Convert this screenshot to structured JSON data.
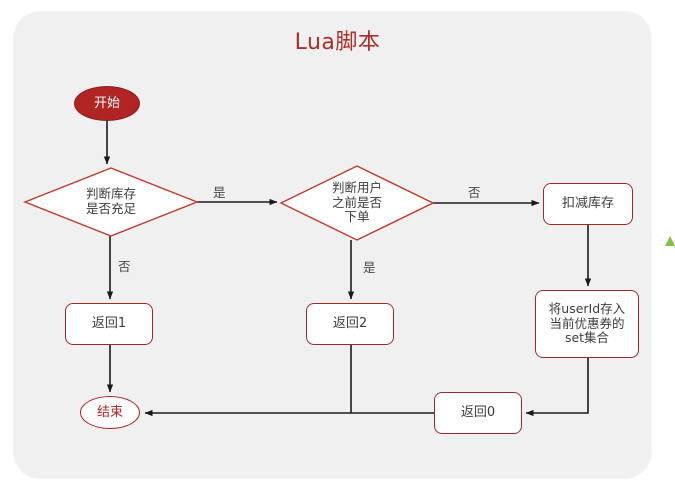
{
  "diagram": {
    "title": "Lua脚本",
    "type": "flowchart",
    "colors": {
      "title": "#b02b2b",
      "panel_background": "#f0f0f0",
      "page_background": "#ffffff",
      "start_fill": "#b02424",
      "node_border": "#9e2b2b",
      "node_fill": "#ffffff",
      "text": "#3c3c3c",
      "edge": "#1a1a1a",
      "marker_green": "#7fc241"
    },
    "nodes": {
      "start": {
        "label": "开始",
        "shape": "ellipse-filled"
      },
      "decision_stock": {
        "label": "判断库存\n是否充足",
        "shape": "diamond"
      },
      "decision_user": {
        "label": "判断用户\n之前是否\n下单",
        "shape": "diamond"
      },
      "deduct_stock": {
        "label": "扣减库存",
        "shape": "rounded-rect"
      },
      "set_add": {
        "label": "将userId存入\n当前优惠券的\nset集合",
        "shape": "rounded-rect"
      },
      "return1": {
        "label": "返回1",
        "shape": "rounded-rect"
      },
      "return2": {
        "label": "返回2",
        "shape": "rounded-rect"
      },
      "return0": {
        "label": "返回0",
        "shape": "rounded-rect"
      },
      "end": {
        "label": "结束",
        "shape": "ellipse-outline"
      }
    },
    "edge_labels": {
      "stock_yes": "是",
      "stock_no": "否",
      "user_yes": "是",
      "user_no": "否"
    },
    "edges": [
      {
        "from": "start",
        "to": "decision_stock",
        "label": ""
      },
      {
        "from": "decision_stock",
        "to": "decision_user",
        "label": "是"
      },
      {
        "from": "decision_stock",
        "to": "return1",
        "label": "否"
      },
      {
        "from": "decision_user",
        "to": "return2",
        "label": "是"
      },
      {
        "from": "decision_user",
        "to": "deduct_stock",
        "label": "否"
      },
      {
        "from": "deduct_stock",
        "to": "set_add",
        "label": ""
      },
      {
        "from": "set_add",
        "to": "return0",
        "label": ""
      },
      {
        "from": "return0",
        "to": "end",
        "label": ""
      },
      {
        "from": "return1",
        "to": "end",
        "label": ""
      },
      {
        "from": "return2",
        "to": "end",
        "label": ""
      }
    ]
  }
}
